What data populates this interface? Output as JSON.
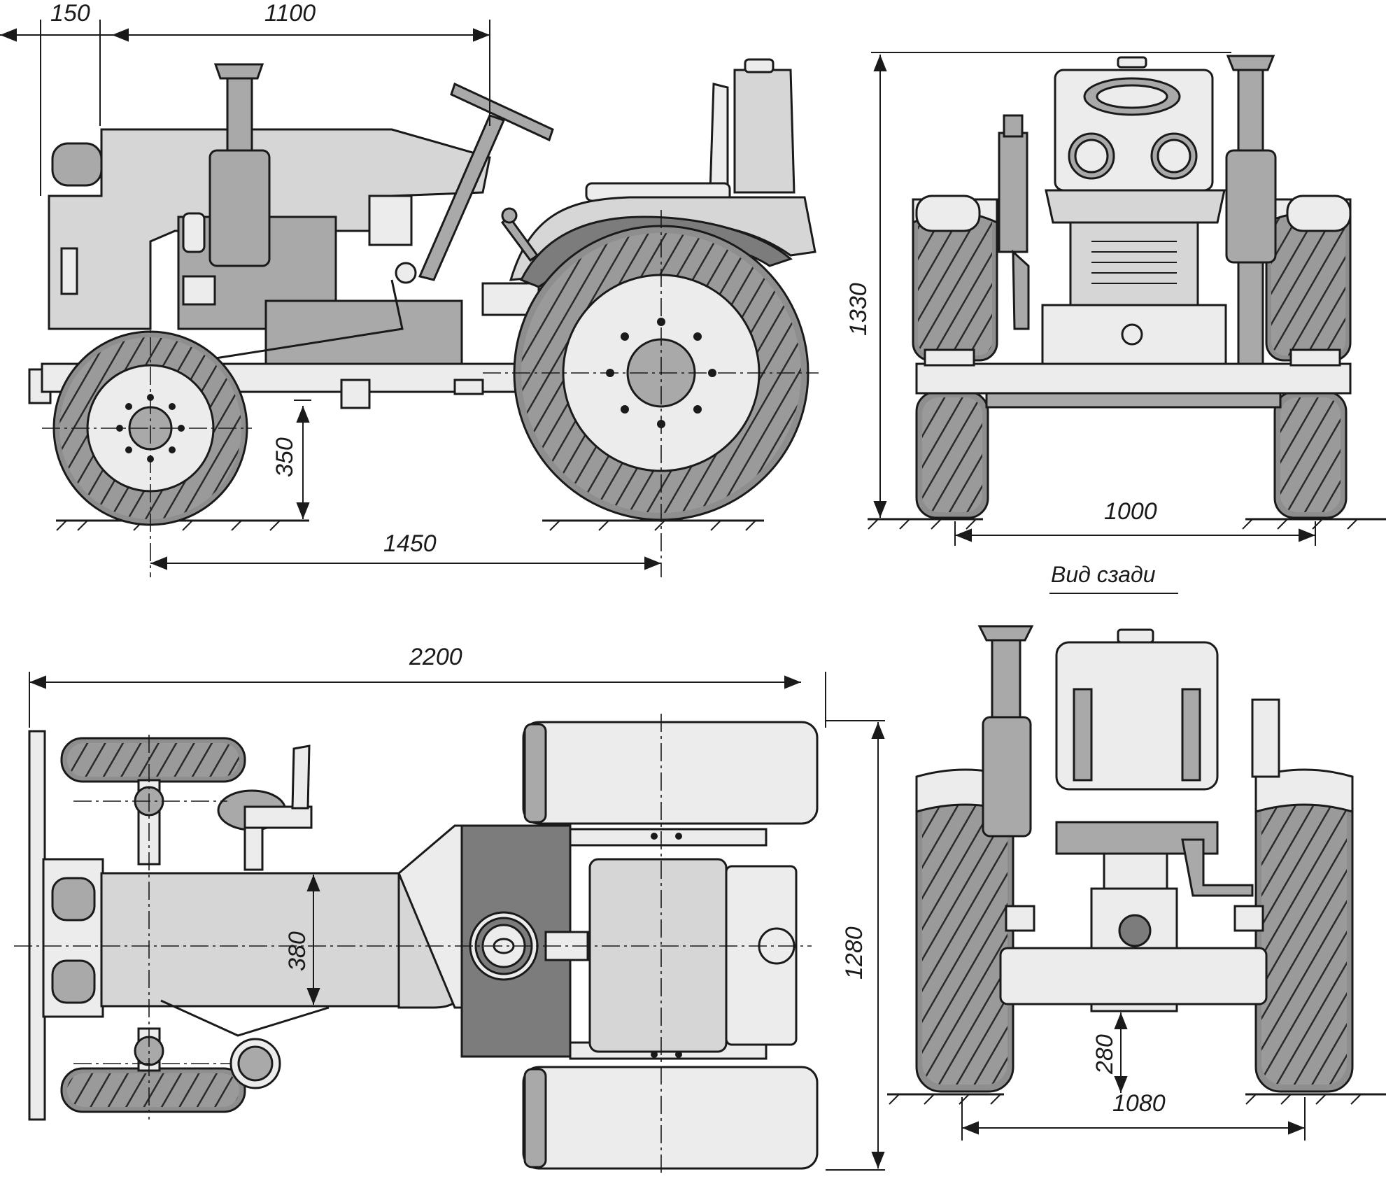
{
  "dimensions": {
    "side_front_overhang": "150",
    "side_hood_length": "1100",
    "side_ground_clearance": "350",
    "side_wheelbase": "1450",
    "front_height": "1330",
    "front_track": "1000",
    "top_overall_length": "2200",
    "top_frame_width": "380",
    "top_overall_width": "1280",
    "rear_clearance": "280",
    "rear_track": "1080"
  },
  "captions": {
    "rear_view": "Вид сзади"
  }
}
